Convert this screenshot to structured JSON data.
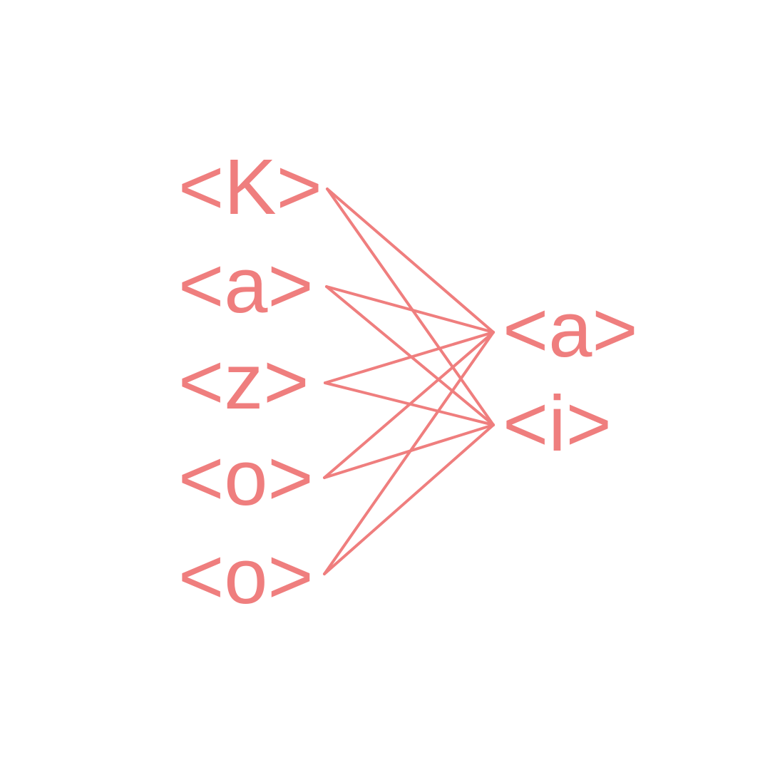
{
  "diagram": {
    "color": "#ef7e7e",
    "left_tokens": [
      "<K>",
      "<a>",
      "<z>",
      "<o>",
      "<o>"
    ],
    "right_tokens": [
      "<a>",
      "<i>"
    ],
    "connections": "every left token is connected to every right token"
  }
}
